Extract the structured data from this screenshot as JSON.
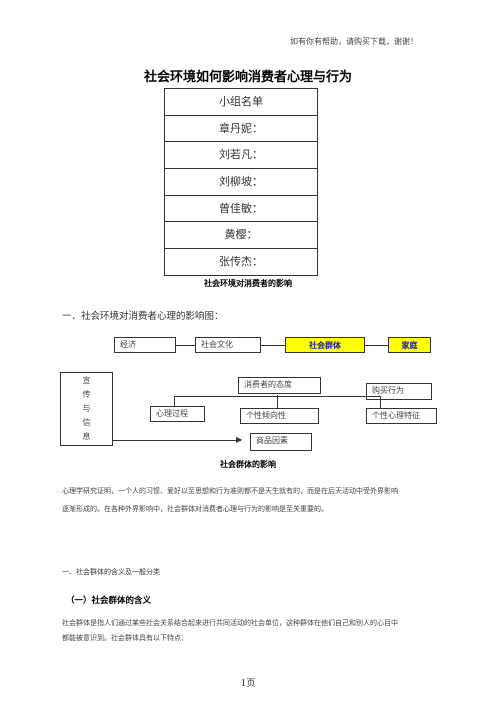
{
  "header_note": "如有你有帮助，请购买下载，谢谢！",
  "title": "社会环境如何影响消费者心理与行为",
  "members": {
    "header": "小组名单",
    "names": [
      "章丹妮：",
      "刘若凡：",
      "刘柳坡：",
      "曾佳敏：",
      "黄樱：",
      "张传杰："
    ]
  },
  "caption_1": "社会环境对消费者的影响",
  "section_heading": "一．社会环境对消费者心理的影响图：",
  "diagram": {
    "economy": "经济",
    "culture": "社会文化",
    "group": "社会群体",
    "family": "家庭",
    "publicity_chars": [
      "宣",
      "传",
      "与",
      "信",
      "息"
    ],
    "attitude": "消费者的态度",
    "purchase": "购买行为",
    "mental_process": "心理过程",
    "tendency": "个性倾向性",
    "trait": "个性心理特征",
    "product": "商品因素"
  },
  "caption_2": "社会群体的影响",
  "paragraph_1_line1": "心理学研究证明，一个人的习惯、爱好以至思想和行为准则都不是天生就有的，而是在后天活动中受外界影响",
  "paragraph_1_line2": "逐渐形成的。在各种外界影响中，社会群体对消费者心理与行为的影响是至关重要的。",
  "subheading_1": "一、社会群体的含义及一般分类",
  "subheading_2": "（一）社会群体的含义",
  "paragraph_2_line1": "社会群体是指人们通过某些社会关系结合起来进行共同活动的社会单位，这种群体在他们自己和别人的心目中",
  "paragraph_2_line2": "都能被意识到。社会群体具有以下特点：",
  "page_number": "1页",
  "colors": {
    "highlight": "#ffff00",
    "highlight_text": "#1a1ab0"
  }
}
